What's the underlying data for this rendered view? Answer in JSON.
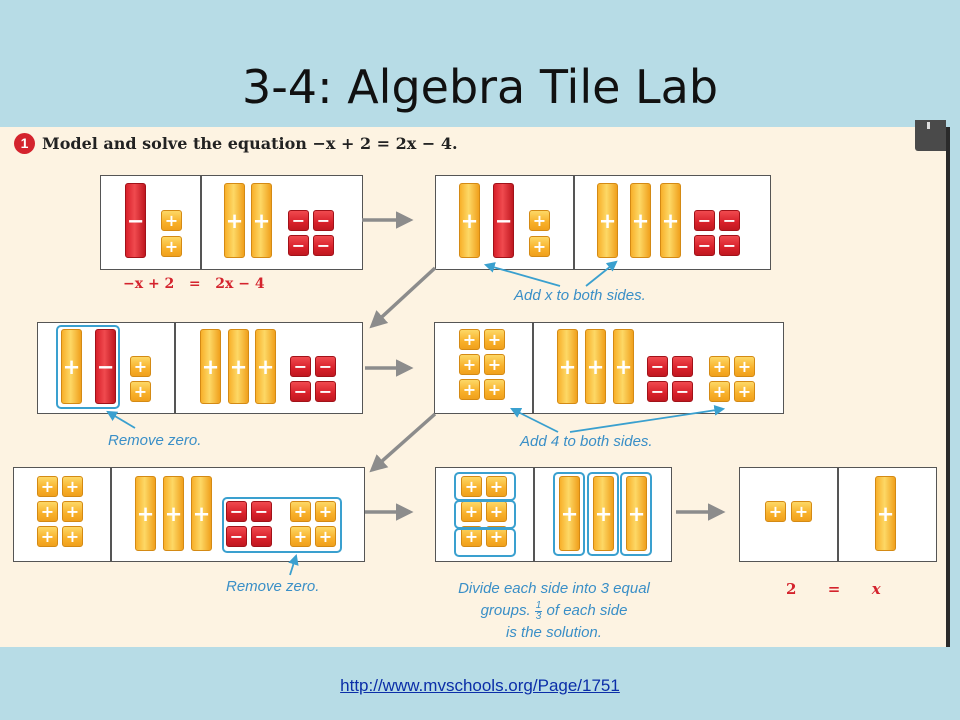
{
  "title": "3-4: Algebra Tile Lab",
  "url": "http://www.mvschools.org/Page/1751",
  "problem": {
    "number": "1",
    "text": "Model and solve the equation −x + 2 = 2x − 4."
  },
  "tile_symbols": {
    "plus": "+",
    "minus": "−"
  },
  "labels": {
    "eq_left": "−x + 2",
    "eq_equals": "=",
    "eq_right": "2x − 4",
    "add_x": "Add x to both sides.",
    "remove_zero_1": "Remove zero.",
    "add_4": "Add 4 to both sides.",
    "remove_zero_2": "Remove zero.",
    "divide_1": "Divide each side into 3 equal",
    "divide_2_pre": "groups.",
    "divide_frac_num": "1",
    "divide_frac_den": "3",
    "divide_2_post": "of each side",
    "divide_3": "is the solution.",
    "sol_left": "2",
    "sol_equals": "=",
    "sol_right": "x"
  },
  "colors": {
    "positive_tile": "#f8b02a",
    "negative_tile": "#d8202a",
    "annotation": "#3a8fc7",
    "equation_text": "#d4232d",
    "arrow": "#8c8c8c"
  }
}
